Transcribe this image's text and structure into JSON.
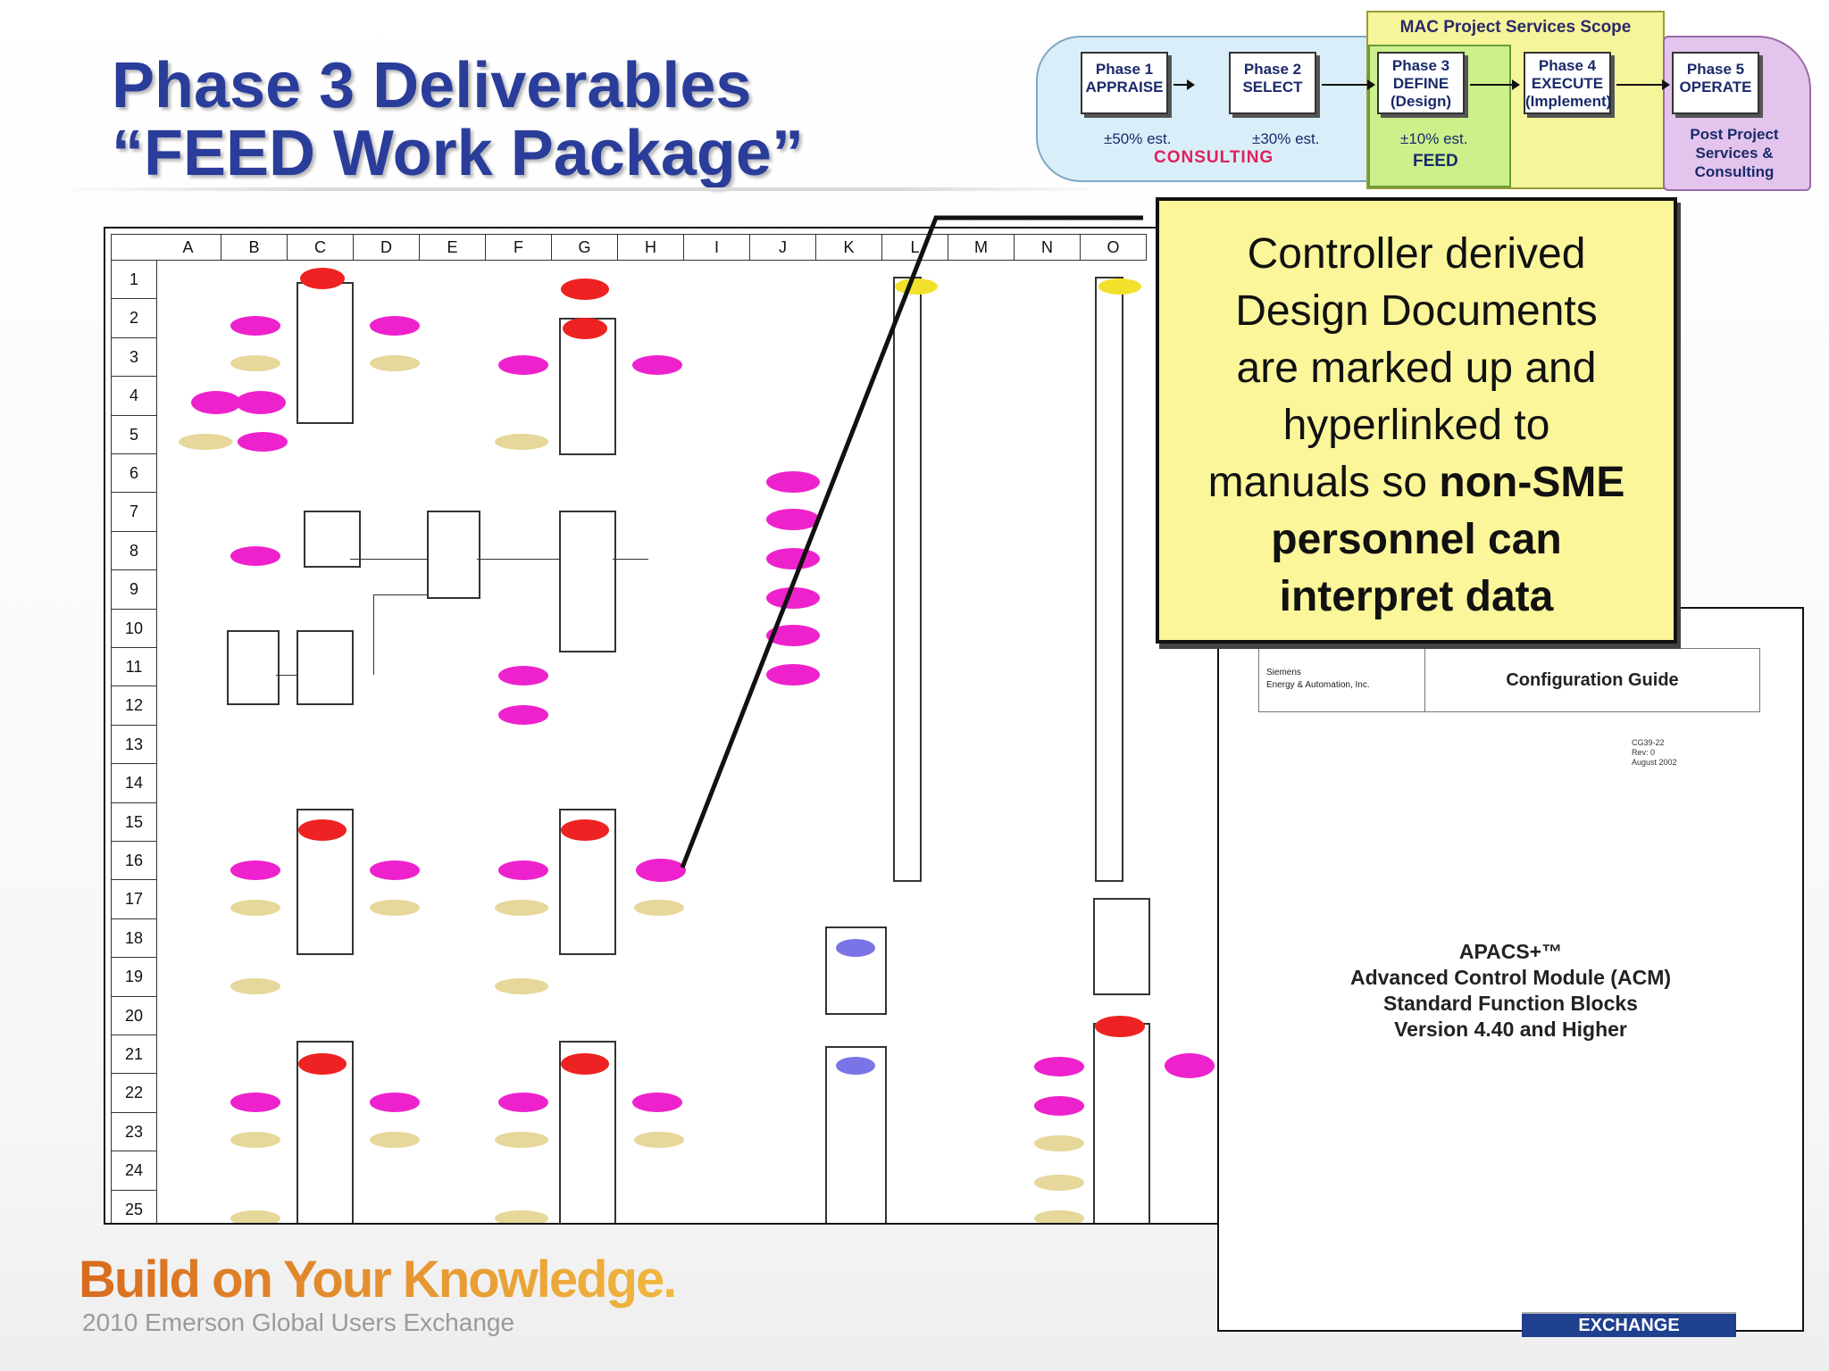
{
  "slide": {
    "title_line1": "Phase 3 Deliverables",
    "title_line2": "“FEED Work Package”"
  },
  "process": {
    "scope_title": "MAC Project Services Scope",
    "phases": [
      {
        "line1": "Phase 1",
        "line2": "APPRAISE",
        "line3": ""
      },
      {
        "line1": "Phase 2",
        "line2": "SELECT",
        "line3": ""
      },
      {
        "line1": "Phase 3",
        "line2": "DEFINE",
        "line3": "(Design)"
      },
      {
        "line1": "Phase 4",
        "line2": "EXECUTE",
        "line3": "(Implement)"
      },
      {
        "line1": "Phase 5",
        "line2": "OPERATE",
        "line3": ""
      }
    ],
    "estimates": [
      "±50% est.",
      "±30% est.",
      "±10% est."
    ],
    "consulting_label": "CONSULTING",
    "feed_label": "FEED",
    "post_project": [
      "Post Project",
      "Services &",
      "Consulting"
    ]
  },
  "spreadsheet": {
    "columns": [
      "A",
      "B",
      "C",
      "D",
      "E",
      "F",
      "G",
      "H",
      "I",
      "J",
      "K",
      "L",
      "M",
      "N",
      "O"
    ],
    "rows": [
      "1",
      "2",
      "3",
      "4",
      "5",
      "6",
      "7",
      "8",
      "9",
      "10",
      "11",
      "12",
      "13",
      "14",
      "15",
      "16",
      "17",
      "18",
      "19",
      "20",
      "21",
      "22",
      "23",
      "24",
      "25"
    ]
  },
  "callout": {
    "line1": "Controller derived",
    "line2": "Design Documents",
    "line3": "are marked up and",
    "line4": "hyperlinked to",
    "line5_normal": "manuals so ",
    "line5_bold": "non-SME",
    "line6": "personnel can",
    "line7": "interpret data"
  },
  "manual": {
    "company_line1": "Siemens",
    "company_line2": "Energy & Automation, Inc.",
    "header_title": "Configuration Guide",
    "doc_number": "CG39-22",
    "revision": "Rev: 0",
    "date": "August 2002",
    "title_line1": "APACS+™",
    "title_line2": "Advanced Control Module (ACM)",
    "title_line3": "Standard Function Blocks",
    "title_line4": "Version 4.40 and Higher"
  },
  "footer": {
    "tagline": "Build on Your Knowledge.",
    "event": "2010 Emerson Global Users Exchange",
    "badge": "EXCHANGE"
  },
  "colors": {
    "title_blue": "#2a3d9a",
    "callout_yellow": "#fbf69a",
    "marker_magenta": "#ee22cc",
    "marker_red": "#ee2222",
    "marker_tan": "#e6d79a",
    "marker_blue": "#7a74e6"
  }
}
